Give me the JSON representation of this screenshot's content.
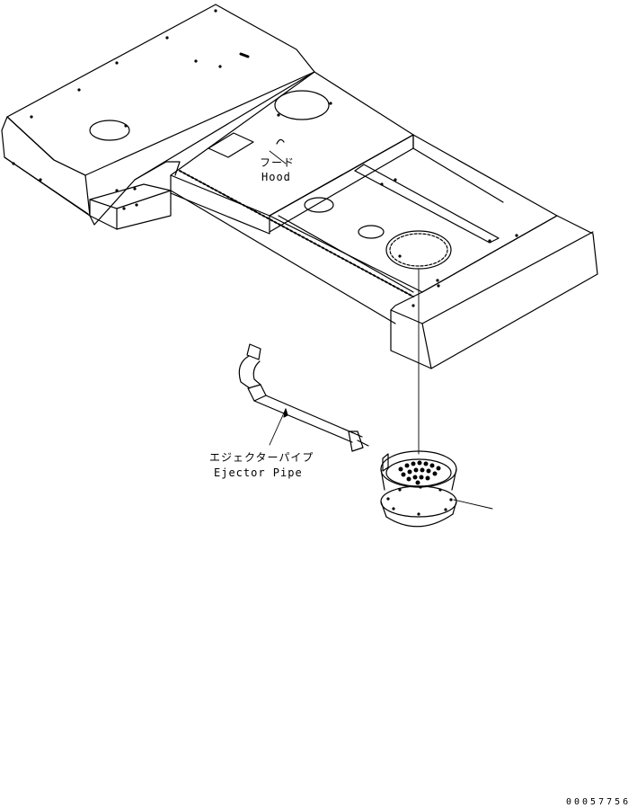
{
  "labels": {
    "hood_jp": "フード",
    "hood_en": "Hood",
    "ejector_jp": "エジェクターパイプ",
    "ejector_en": "Ejector Pipe"
  },
  "drawing_number": "00057756"
}
